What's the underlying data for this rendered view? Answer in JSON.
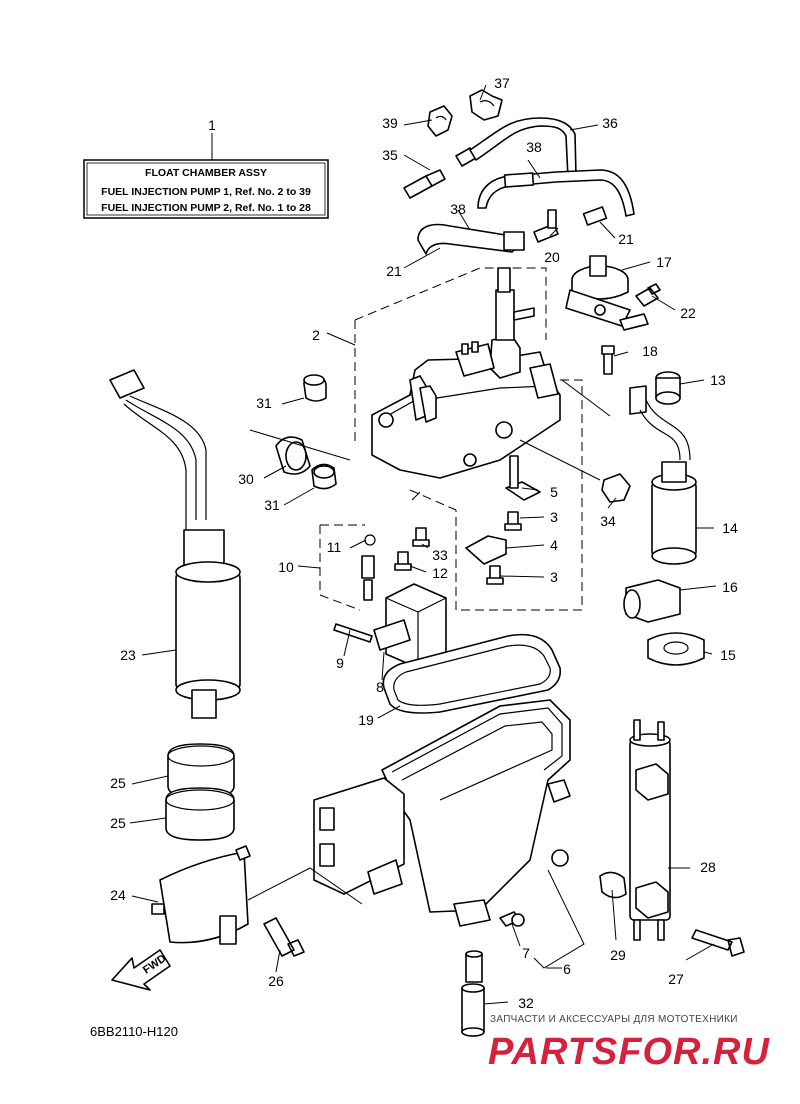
{
  "label_box": {
    "title": "FLOAT CHAMBER ASSY",
    "line1": "FUEL INJECTION PUMP 1,  Ref. No. 2 to 39",
    "line2": "FUEL INJECTION PUMP 2,  Ref. No. 1 to 28"
  },
  "callouts": {
    "c1": "1",
    "c2": "2",
    "c3a": "3",
    "c3b": "3",
    "c4": "4",
    "c5": "5",
    "c6": "6",
    "c7": "7",
    "c8": "8",
    "c9": "9",
    "c10": "10",
    "c11": "11",
    "c12": "12",
    "c13": "13",
    "c14": "14",
    "c15": "15",
    "c16": "16",
    "c17": "17",
    "c18": "18",
    "c19": "19",
    "c20": "20",
    "c21a": "21",
    "c21b": "21",
    "c22": "22",
    "c23": "23",
    "c24": "24",
    "c25a": "25",
    "c25b": "25",
    "c26": "26",
    "c27": "27",
    "c28": "28",
    "c29": "29",
    "c30": "30",
    "c31a": "31",
    "c31b": "31",
    "c32": "32",
    "c33": "33",
    "c34": "34",
    "c35": "35",
    "c36": "36",
    "c37": "37",
    "c38a": "38",
    "c38b": "38",
    "c39": "39"
  },
  "fwd_label": "FWD",
  "diagram_ref": "6BB2110-H120",
  "watermark": {
    "tagline": "ЗАПЧАСТИ И АКСЕССУАРЫ ДЛЯ МОТОТЕХНИКИ",
    "brand": "PARTSFOR.RU",
    "color": "#d4223d"
  }
}
